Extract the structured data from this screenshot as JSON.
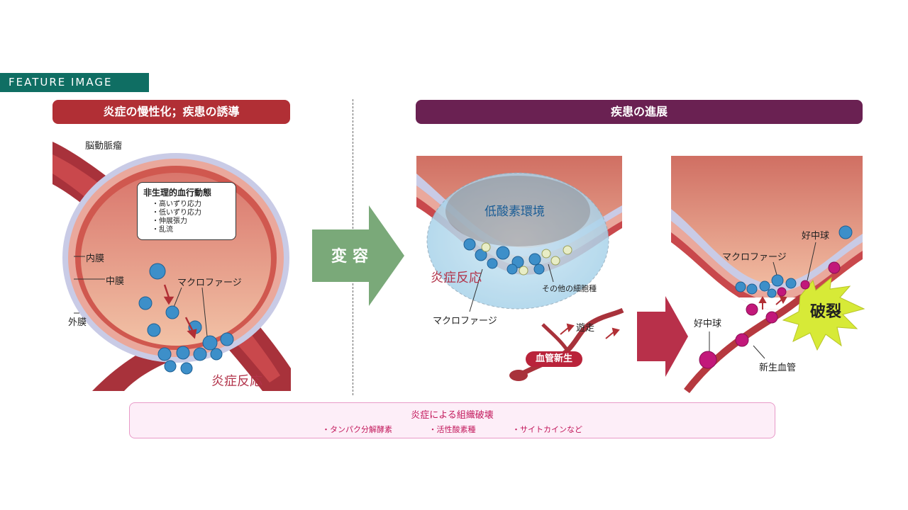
{
  "feature_tag": "FEATURE IMAGE",
  "left_header": "炎症の慢性化；疾患の誘導",
  "right_header": "疾患の進展",
  "left_panel": {
    "aneurysm_label": "脳動脈瘤",
    "bubble_title": "非生理的血行動態",
    "bubble_items": [
      "・高いずり応力",
      "・低いずり応力",
      "・伸展張力",
      "・乱流"
    ],
    "intima": "内膜",
    "media": "中膜",
    "adventitia": "外膜",
    "macrophage": "マクロファージ",
    "inflammation": "炎症反応"
  },
  "transition_arrow": "変容",
  "middle_panel": {
    "hypoxia": "低酸素環境",
    "inflammation": "炎症反応",
    "other_cells": "その他の細胞種",
    "macrophage": "マクロファージ",
    "migration": "遊走",
    "angiogenesis": "血管新生"
  },
  "right_panel": {
    "neutrophil_top": "好中球",
    "macrophage": "マクロファージ",
    "neutrophil_left": "好中球",
    "rupture": "破裂",
    "new_vessel": "新生血管"
  },
  "bottom_box": {
    "title": "炎症による組織破壊",
    "items": [
      "・タンパク分解酵素",
      "・活性酸素種",
      "・サイトカインなど"
    ]
  },
  "colors": {
    "teal": "#0f6e63",
    "red_header": "#b12f35",
    "purple_header": "#6a2152",
    "macrophage_blue": "#3d8fc9",
    "neutrophil_pink": "#c2187a",
    "hypoxia_blue": "#bfe0f0",
    "rupture_yellow": "#d7ea37",
    "green_arrow": "#7aa979",
    "crimson_arrow": "#b8304a"
  }
}
